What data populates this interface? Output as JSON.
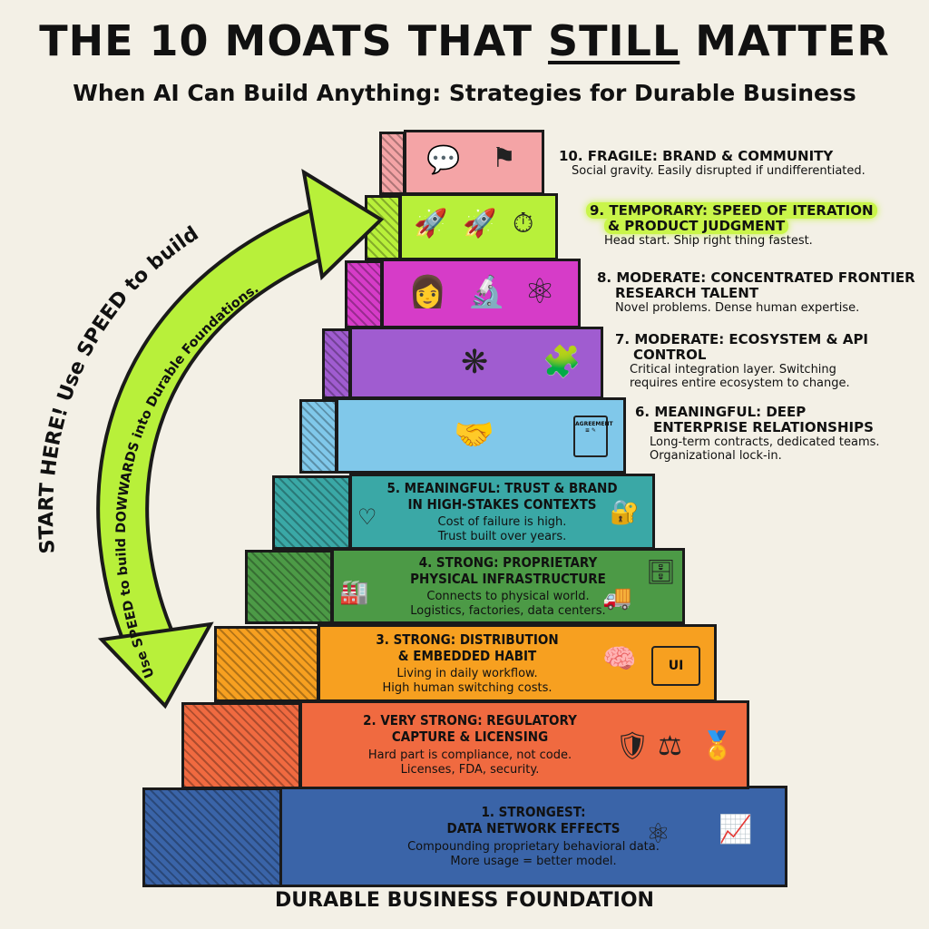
{
  "title_prefix": "THE 10 MOATS THAT ",
  "title_emph": "STILL",
  "title_suffix": " MATTER",
  "subtitle": "When AI Can Build Anything: Strategies for Durable Business",
  "arrow": {
    "outer_text": "START HERE! Use SPEED to build",
    "inner_text": "Use SPEED to build DOWWARDS into Durable Foundations.",
    "color": "#b8f03a"
  },
  "moats": [
    {
      "heading": "1. STRONGEST:",
      "heading2": "DATA NETWORK EFFECTS",
      "desc": "Compounding proprietary behavioral data.",
      "desc2": "More usage = better model.",
      "color": "#3a64a8"
    },
    {
      "heading": "2. VERY STRONG: REGULATORY",
      "heading2": "CAPTURE & LICENSING",
      "desc": "Hard part is compliance, not code.",
      "desc2": "Licenses, FDA, security.",
      "color": "#f06a40"
    },
    {
      "heading": "3. STRONG: DISTRIBUTION",
      "heading2": "& EMBEDDED HABIT",
      "desc": "Living in daily workflow.",
      "desc2": "High human switching costs.",
      "color": "#f7a020"
    },
    {
      "heading": "4. STRONG: PROPRIETARY",
      "heading2": "PHYSICAL INFRASTRUCTURE",
      "desc": "Connects to physical world.",
      "desc2": "Logistics, factories, data centers.",
      "color": "#4c9a46"
    },
    {
      "heading": "5. MEANINGFUL: TRUST & BRAND",
      "heading2": "IN HIGH-STAKES CONTEXTS",
      "desc": "Cost of failure is high.",
      "desc2": "Trust built over years.",
      "color": "#3aa8a6"
    },
    {
      "heading": "6. MEANINGFUL: DEEP",
      "heading2": "ENTERPRISE RELATIONSHIPS",
      "desc": "Long-term contracts, dedicated teams.",
      "desc2": "Organizational lock-in.",
      "color": "#80c8ea"
    },
    {
      "heading": "7. MODERATE: ECOSYSTEM & API",
      "heading2": "CONTROL",
      "desc": "Critical integration layer. Switching",
      "desc2": "requires entire ecosystem to change.",
      "color": "#a05cd0"
    },
    {
      "heading": "8. MODERATE: CONCENTRATED FRONTIER",
      "heading2": "RESEARCH TALENT",
      "desc": "Novel problems. Dense human expertise.",
      "desc2": "",
      "color": "#d63cc8"
    },
    {
      "heading": "9. TEMPORARY: SPEED OF ITERATION",
      "heading2": "& PRODUCT JUDGMENT",
      "desc": "Head start. Ship right thing fastest.",
      "desc2": "",
      "color": "#b8f03a"
    },
    {
      "heading": "10. FRAGILE: BRAND & COMMUNITY",
      "heading2": "",
      "desc": "Social gravity. Easily disrupted if undifferentiated.",
      "desc2": "",
      "color": "#f4a4a6"
    }
  ],
  "icons": {
    "contract_text": "AGREEMENT",
    "ui_text": "UI"
  },
  "footer": "DURABLE BUSINESS FOUNDATION"
}
